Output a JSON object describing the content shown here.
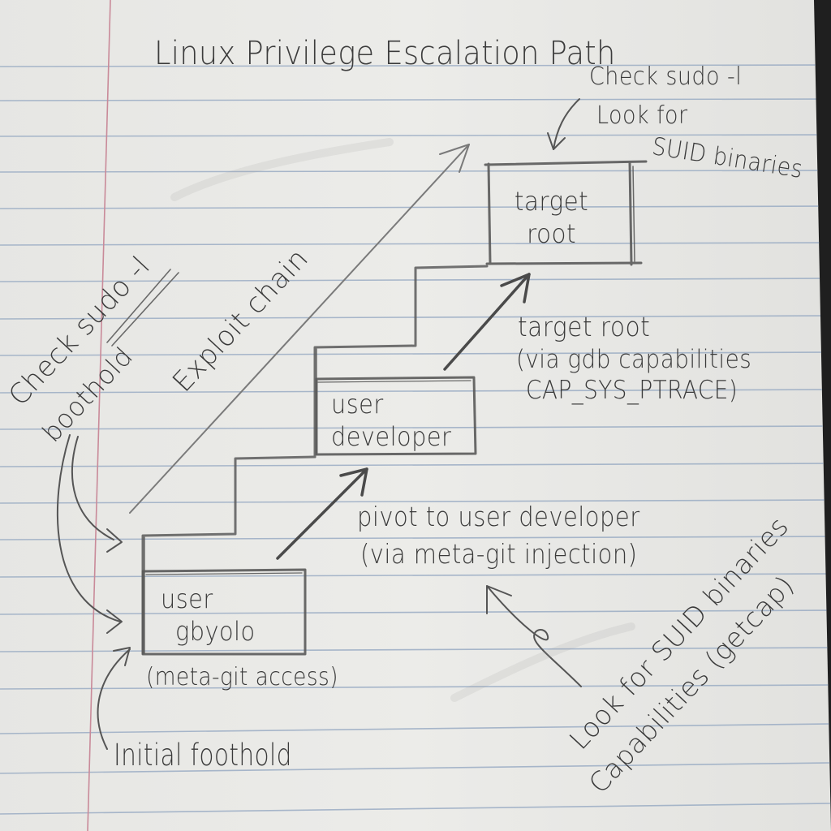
{
  "title": "Linux Privilege Escalation Path",
  "medium": {
    "paper_color": "#ebebe8",
    "rule_color": "#9fb0c6",
    "margin_color": "#c98a99",
    "ink_color": "#3a3a3a",
    "background_color": "#1f1f1f"
  },
  "nodes": [
    {
      "id": "gbyolo",
      "line1": "user",
      "line2": "gbyolo",
      "subtitle": "(meta-git access)"
    },
    {
      "id": "developer",
      "line1": "user",
      "line2": "developer"
    },
    {
      "id": "root",
      "line1": "target",
      "line2": "root"
    }
  ],
  "edges": [
    {
      "from": "gbyolo",
      "to": "developer",
      "line1": "pivot to user developer",
      "line2": "(via meta-git injection)"
    },
    {
      "from": "developer",
      "to": "root",
      "line1": "target root",
      "line2": "(via gdb capabilities",
      "line3": "CAP_SYS_PTRACE)"
    }
  ],
  "annotations": {
    "initial_foothold": "Initial foothold",
    "exploit_chain": "Exploit chain",
    "left_check_sudo": "Check sudo -l",
    "left_boothold": "boothold",
    "top_right": {
      "line1": "Check sudo -l",
      "line2": "Look for",
      "line3": "SUID binaries"
    },
    "bottom_right": {
      "line1": "Look for SUID binaries",
      "line2": "Capabilities (getcap)"
    }
  },
  "icons": {
    "arrow_up_right": "arrow-up-right-icon",
    "arrow_curved": "curved-arrow-icon",
    "arrow_down": "arrow-down-icon"
  }
}
